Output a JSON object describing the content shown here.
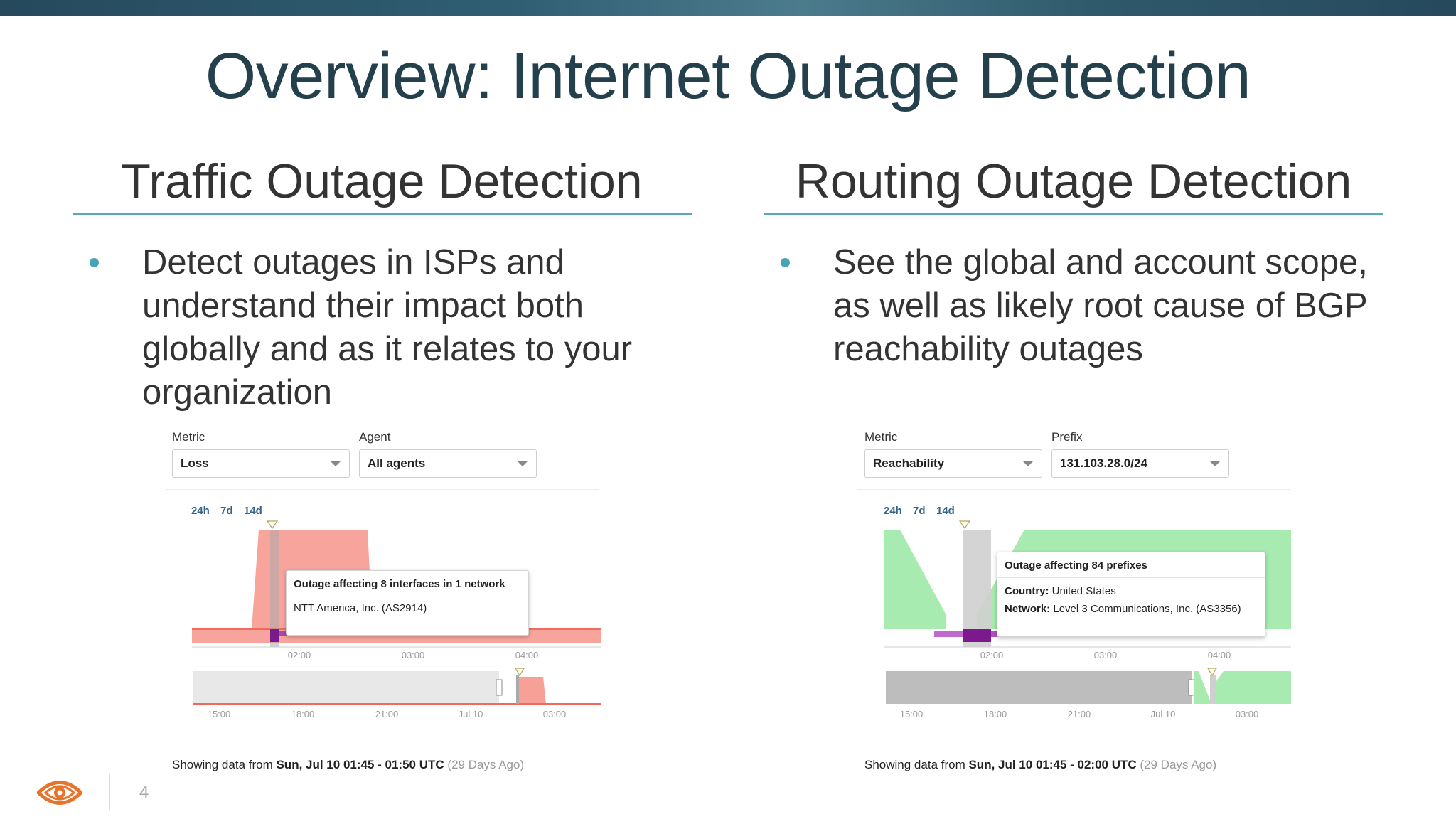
{
  "slide": {
    "title": "Overview: Internet Outage Detection",
    "page_number": "4",
    "accent_color": "#4aa3b5",
    "logo_color": "#e8732b"
  },
  "left_column": {
    "heading": "Traffic Outage Detection",
    "bullet": "Detect outages in ISPs and understand their impact both globally and as it relates to your organization",
    "panel": {
      "metric_label": "Metric",
      "metric_value": "Loss",
      "second_label": "Agent",
      "second_value": "All agents",
      "range_links": [
        "24h",
        "7d",
        "14d"
      ],
      "tooltip_title": "Outage affecting 8 interfaces in 1 network",
      "tooltip_line1": "NTT America, Inc. (AS2914)",
      "main_axis_ticks": [
        "02:00",
        "03:00",
        "04:00"
      ],
      "overview_axis_ticks": [
        "15:00",
        "18:00",
        "21:00",
        "Jul 10",
        "03:00"
      ],
      "status_prefix": "Showing data from ",
      "status_range": "Sun, Jul 10 01:45 - 01:50 UTC",
      "status_suffix": "(29 Days Ago)",
      "series_color": "#f7a097"
    }
  },
  "right_column": {
    "heading": "Routing Outage Detection",
    "bullet": "See the global and account scope, as well as likely root cause of BGP reachability outages",
    "panel": {
      "metric_label": "Metric",
      "metric_value": "Reachability",
      "second_label": "Prefix",
      "second_value": "131.103.28.0/24",
      "range_links": [
        "24h",
        "7d",
        "14d"
      ],
      "tooltip_title": "Outage affecting 84 prefixes",
      "tooltip_key1": "Country:",
      "tooltip_val1": " United States",
      "tooltip_key2": "Network:",
      "tooltip_val2": " Level 3 Communications, Inc. (AS3356)",
      "main_axis_ticks": [
        "02:00",
        "03:00",
        "04:00"
      ],
      "overview_axis_ticks": [
        "15:00",
        "18:00",
        "21:00",
        "Jul 10",
        "03:00"
      ],
      "status_prefix": "Showing data from ",
      "status_range": "Sun, Jul 10 01:45 - 02:00 UTC",
      "status_suffix": "(29 Days Ago)",
      "series_color": "#a8ebb0"
    }
  }
}
